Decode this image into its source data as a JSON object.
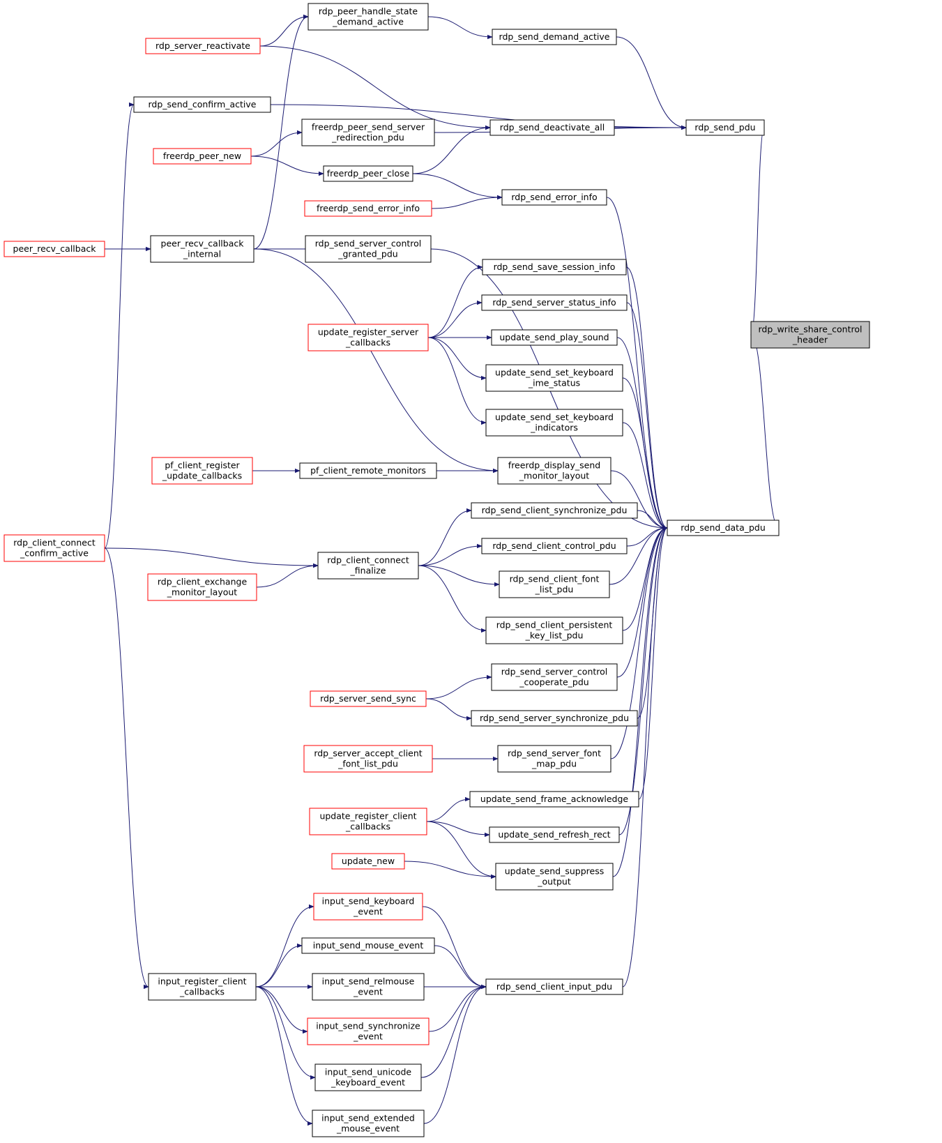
{
  "diagram": {
    "type": "call-graph",
    "colors": {
      "edge": "#191970",
      "node_border": "#000000",
      "node_border_truncated": "#ff0000",
      "node_fill": "#ffffff",
      "target_fill": "#bfbfbf"
    },
    "nodes": [
      {
        "id": "rdp_write_share_control_header",
        "lines": [
          "rdp_write_share_control",
          "_header"
        ],
        "style": "target"
      },
      {
        "id": "rdp_send_pdu",
        "lines": [
          "rdp_send_pdu"
        ],
        "style": "normal"
      },
      {
        "id": "rdp_send_data_pdu",
        "lines": [
          "rdp_send_data_pdu"
        ],
        "style": "normal"
      },
      {
        "id": "rdp_send_demand_active",
        "lines": [
          "rdp_send_demand_active"
        ],
        "style": "normal"
      },
      {
        "id": "rdp_peer_handle_state_demand_active",
        "lines": [
          "rdp_peer_handle_state",
          "_demand_active"
        ],
        "style": "normal"
      },
      {
        "id": "rdp_server_reactivate",
        "lines": [
          "rdp_server_reactivate"
        ],
        "style": "red"
      },
      {
        "id": "rdp_send_confirm_active",
        "lines": [
          "rdp_send_confirm_active"
        ],
        "style": "normal"
      },
      {
        "id": "rdp_send_deactivate_all",
        "lines": [
          "rdp_send_deactivate_all"
        ],
        "style": "normal"
      },
      {
        "id": "freerdp_peer_send_server_redirection_pdu",
        "lines": [
          "freerdp_peer_send_server",
          "_redirection_pdu"
        ],
        "style": "normal"
      },
      {
        "id": "freerdp_peer_new",
        "lines": [
          "freerdp_peer_new"
        ],
        "style": "red"
      },
      {
        "id": "freerdp_peer_close",
        "lines": [
          "freerdp_peer_close"
        ],
        "style": "normal"
      },
      {
        "id": "rdp_send_error_info",
        "lines": [
          "rdp_send_error_info"
        ],
        "style": "normal"
      },
      {
        "id": "freerdp_send_error_info",
        "lines": [
          "freerdp_send_error_info"
        ],
        "style": "red"
      },
      {
        "id": "peer_recv_callback",
        "lines": [
          "peer_recv_callback"
        ],
        "style": "red"
      },
      {
        "id": "peer_recv_callback_internal",
        "lines": [
          "peer_recv_callback",
          "_internal"
        ],
        "style": "normal"
      },
      {
        "id": "rdp_send_server_control_granted_pdu",
        "lines": [
          "rdp_send_server_control",
          "_granted_pdu"
        ],
        "style": "normal"
      },
      {
        "id": "rdp_send_save_session_info",
        "lines": [
          "rdp_send_save_session_info"
        ],
        "style": "normal"
      },
      {
        "id": "rdp_send_server_status_info",
        "lines": [
          "rdp_send_server_status_info"
        ],
        "style": "normal"
      },
      {
        "id": "update_register_server_callbacks",
        "lines": [
          "update_register_server",
          "_callbacks"
        ],
        "style": "red"
      },
      {
        "id": "update_send_play_sound",
        "lines": [
          "update_send_play_sound"
        ],
        "style": "normal"
      },
      {
        "id": "update_send_set_keyboard_ime_status",
        "lines": [
          "update_send_set_keyboard",
          "_ime_status"
        ],
        "style": "normal"
      },
      {
        "id": "update_send_set_keyboard_indicators",
        "lines": [
          "update_send_set_keyboard",
          "_indicators"
        ],
        "style": "normal"
      },
      {
        "id": "pf_client_register_update_callbacks",
        "lines": [
          "pf_client_register",
          "_update_callbacks"
        ],
        "style": "red"
      },
      {
        "id": "pf_client_remote_monitors",
        "lines": [
          "pf_client_remote_monitors"
        ],
        "style": "normal"
      },
      {
        "id": "freerdp_display_send_monitor_layout",
        "lines": [
          "freerdp_display_send",
          "_monitor_layout"
        ],
        "style": "normal"
      },
      {
        "id": "rdp_send_client_synchronize_pdu",
        "lines": [
          "rdp_send_client_synchronize_pdu"
        ],
        "style": "normal"
      },
      {
        "id": "rdp_client_connect_confirm_active",
        "lines": [
          "rdp_client_connect",
          "_confirm_active"
        ],
        "style": "red"
      },
      {
        "id": "rdp_send_client_control_pdu",
        "lines": [
          "rdp_send_client_control_pdu"
        ],
        "style": "normal"
      },
      {
        "id": "rdp_client_connect_finalize",
        "lines": [
          "rdp_client_connect",
          "_finalize"
        ],
        "style": "normal"
      },
      {
        "id": "rdp_client_exchange_monitor_layout",
        "lines": [
          "rdp_client_exchange",
          "_monitor_layout"
        ],
        "style": "red"
      },
      {
        "id": "rdp_send_client_font_list_pdu",
        "lines": [
          "rdp_send_client_font",
          "_list_pdu"
        ],
        "style": "normal"
      },
      {
        "id": "rdp_send_client_persistent_key_list_pdu",
        "lines": [
          "rdp_send_client_persistent",
          "_key_list_pdu"
        ],
        "style": "normal"
      },
      {
        "id": "rdp_send_server_control_cooperate_pdu",
        "lines": [
          "rdp_send_server_control",
          "_cooperate_pdu"
        ],
        "style": "normal"
      },
      {
        "id": "rdp_server_send_sync",
        "lines": [
          "rdp_server_send_sync"
        ],
        "style": "red"
      },
      {
        "id": "rdp_send_server_synchronize_pdu",
        "lines": [
          "rdp_send_server_synchronize_pdu"
        ],
        "style": "normal"
      },
      {
        "id": "rdp_server_accept_client_font_list_pdu",
        "lines": [
          "rdp_server_accept_client",
          "_font_list_pdu"
        ],
        "style": "red"
      },
      {
        "id": "rdp_send_server_font_map_pdu",
        "lines": [
          "rdp_send_server_font",
          "_map_pdu"
        ],
        "style": "normal"
      },
      {
        "id": "update_send_frame_acknowledge",
        "lines": [
          "update_send_frame_acknowledge"
        ],
        "style": "normal"
      },
      {
        "id": "update_register_client_callbacks",
        "lines": [
          "update_register_client",
          "_callbacks"
        ],
        "style": "red"
      },
      {
        "id": "update_send_refresh_rect",
        "lines": [
          "update_send_refresh_rect"
        ],
        "style": "normal"
      },
      {
        "id": "update_new",
        "lines": [
          "update_new"
        ],
        "style": "red"
      },
      {
        "id": "update_send_suppress_output",
        "lines": [
          "update_send_suppress",
          "_output"
        ],
        "style": "normal"
      },
      {
        "id": "input_send_keyboard_event",
        "lines": [
          "input_send_keyboard",
          "_event"
        ],
        "style": "red"
      },
      {
        "id": "input_send_mouse_event",
        "lines": [
          "input_send_mouse_event"
        ],
        "style": "normal"
      },
      {
        "id": "input_register_client_callbacks",
        "lines": [
          "input_register_client",
          "_callbacks"
        ],
        "style": "normal"
      },
      {
        "id": "input_send_relmouse_event",
        "lines": [
          "input_send_relmouse",
          "_event"
        ],
        "style": "normal"
      },
      {
        "id": "rdp_send_client_input_pdu",
        "lines": [
          "rdp_send_client_input_pdu"
        ],
        "style": "normal"
      },
      {
        "id": "input_send_synchronize_event",
        "lines": [
          "input_send_synchronize",
          "_event"
        ],
        "style": "red"
      },
      {
        "id": "input_send_unicode_keyboard_event",
        "lines": [
          "input_send_unicode",
          "_keyboard_event"
        ],
        "style": "normal"
      },
      {
        "id": "input_send_extended_mouse_event",
        "lines": [
          "input_send_extended",
          "_mouse_event"
        ],
        "style": "normal"
      }
    ],
    "edges": [
      [
        "rdp_send_pdu",
        "rdp_write_share_control_header"
      ],
      [
        "rdp_send_data_pdu",
        "rdp_write_share_control_header"
      ],
      [
        "rdp_send_demand_active",
        "rdp_send_pdu"
      ],
      [
        "rdp_send_confirm_active",
        "rdp_send_pdu"
      ],
      [
        "rdp_send_deactivate_all",
        "rdp_send_pdu"
      ],
      [
        "freerdp_peer_send_server_redirection_pdu",
        "rdp_send_pdu"
      ],
      [
        "rdp_peer_handle_state_demand_active",
        "rdp_send_demand_active"
      ],
      [
        "rdp_server_reactivate",
        "rdp_peer_handle_state_demand_active"
      ],
      [
        "peer_recv_callback_internal",
        "rdp_peer_handle_state_demand_active"
      ],
      [
        "rdp_server_reactivate",
        "rdp_send_deactivate_all"
      ],
      [
        "freerdp_peer_close",
        "rdp_send_deactivate_all"
      ],
      [
        "rdp_client_connect_confirm_active",
        "rdp_send_confirm_active"
      ],
      [
        "freerdp_peer_new",
        "freerdp_peer_send_server_redirection_pdu"
      ],
      [
        "freerdp_peer_new",
        "freerdp_peer_close"
      ],
      [
        "freerdp_peer_close",
        "rdp_send_error_info"
      ],
      [
        "freerdp_send_error_info",
        "rdp_send_error_info"
      ],
      [
        "peer_recv_callback",
        "peer_recv_callback_internal"
      ],
      [
        "rdp_send_server_control_granted_pdu",
        "peer_recv_callback_internal"
      ],
      [
        "peer_recv_callback_internal",
        "freerdp_display_send_monitor_layout"
      ],
      [
        "update_register_server_callbacks",
        "rdp_send_save_session_info"
      ],
      [
        "update_register_server_callbacks",
        "rdp_send_server_status_info"
      ],
      [
        "update_register_server_callbacks",
        "update_send_play_sound"
      ],
      [
        "update_register_server_callbacks",
        "update_send_set_keyboard_ime_status"
      ],
      [
        "update_register_server_callbacks",
        "update_send_set_keyboard_indicators"
      ],
      [
        "pf_client_register_update_callbacks",
        "pf_client_remote_monitors"
      ],
      [
        "pf_client_remote_monitors",
        "freerdp_display_send_monitor_layout"
      ],
      [
        "rdp_client_connect_confirm_active",
        "rdp_client_connect_finalize"
      ],
      [
        "rdp_client_exchange_monitor_layout",
        "rdp_client_connect_finalize"
      ],
      [
        "rdp_client_connect_finalize",
        "rdp_send_client_synchronize_pdu"
      ],
      [
        "rdp_client_connect_finalize",
        "rdp_send_client_control_pdu"
      ],
      [
        "rdp_client_connect_finalize",
        "rdp_send_client_font_list_pdu"
      ],
      [
        "rdp_client_connect_finalize",
        "rdp_send_client_persistent_key_list_pdu"
      ],
      [
        "rdp_server_send_sync",
        "rdp_send_server_control_cooperate_pdu"
      ],
      [
        "rdp_server_send_sync",
        "rdp_send_server_synchronize_pdu"
      ],
      [
        "rdp_server_accept_client_font_list_pdu",
        "rdp_send_server_font_map_pdu"
      ],
      [
        "update_register_client_callbacks",
        "update_send_frame_acknowledge"
      ],
      [
        "update_register_client_callbacks",
        "update_send_refresh_rect"
      ],
      [
        "update_register_client_callbacks",
        "update_send_suppress_output"
      ],
      [
        "update_new",
        "update_send_suppress_output"
      ],
      [
        "rdp_client_connect_confirm_active",
        "input_register_client_callbacks"
      ],
      [
        "input_register_client_callbacks",
        "input_send_keyboard_event"
      ],
      [
        "input_register_client_callbacks",
        "input_send_mouse_event"
      ],
      [
        "input_register_client_callbacks",
        "input_send_relmouse_event"
      ],
      [
        "input_register_client_callbacks",
        "input_send_synchronize_event"
      ],
      [
        "input_register_client_callbacks",
        "input_send_unicode_keyboard_event"
      ],
      [
        "input_register_client_callbacks",
        "input_send_extended_mouse_event"
      ],
      [
        "input_send_keyboard_event",
        "rdp_send_client_input_pdu"
      ],
      [
        "input_send_mouse_event",
        "rdp_send_client_input_pdu"
      ],
      [
        "input_send_relmouse_event",
        "rdp_send_client_input_pdu"
      ],
      [
        "input_send_synchronize_event",
        "rdp_send_client_input_pdu"
      ],
      [
        "input_send_unicode_keyboard_event",
        "rdp_send_client_input_pdu"
      ],
      [
        "input_send_extended_mouse_event",
        "rdp_send_client_input_pdu"
      ],
      [
        "rdp_send_error_info",
        "rdp_send_data_pdu"
      ],
      [
        "rdp_send_server_control_granted_pdu",
        "rdp_send_data_pdu"
      ],
      [
        "rdp_send_save_session_info",
        "rdp_send_data_pdu"
      ],
      [
        "rdp_send_server_status_info",
        "rdp_send_data_pdu"
      ],
      [
        "update_send_play_sound",
        "rdp_send_data_pdu"
      ],
      [
        "update_send_set_keyboard_ime_status",
        "rdp_send_data_pdu"
      ],
      [
        "update_send_set_keyboard_indicators",
        "rdp_send_data_pdu"
      ],
      [
        "freerdp_display_send_monitor_layout",
        "rdp_send_data_pdu"
      ],
      [
        "rdp_send_client_synchronize_pdu",
        "rdp_send_data_pdu"
      ],
      [
        "rdp_send_client_control_pdu",
        "rdp_send_data_pdu"
      ],
      [
        "rdp_send_client_font_list_pdu",
        "rdp_send_data_pdu"
      ],
      [
        "rdp_send_client_persistent_key_list_pdu",
        "rdp_send_data_pdu"
      ],
      [
        "rdp_send_server_control_cooperate_pdu",
        "rdp_send_data_pdu"
      ],
      [
        "rdp_send_server_synchronize_pdu",
        "rdp_send_data_pdu"
      ],
      [
        "rdp_send_server_font_map_pdu",
        "rdp_send_data_pdu"
      ],
      [
        "update_send_frame_acknowledge",
        "rdp_send_data_pdu"
      ],
      [
        "update_send_refresh_rect",
        "rdp_send_data_pdu"
      ],
      [
        "update_send_suppress_output",
        "rdp_send_data_pdu"
      ],
      [
        "rdp_send_client_input_pdu",
        "rdp_send_data_pdu"
      ]
    ]
  }
}
